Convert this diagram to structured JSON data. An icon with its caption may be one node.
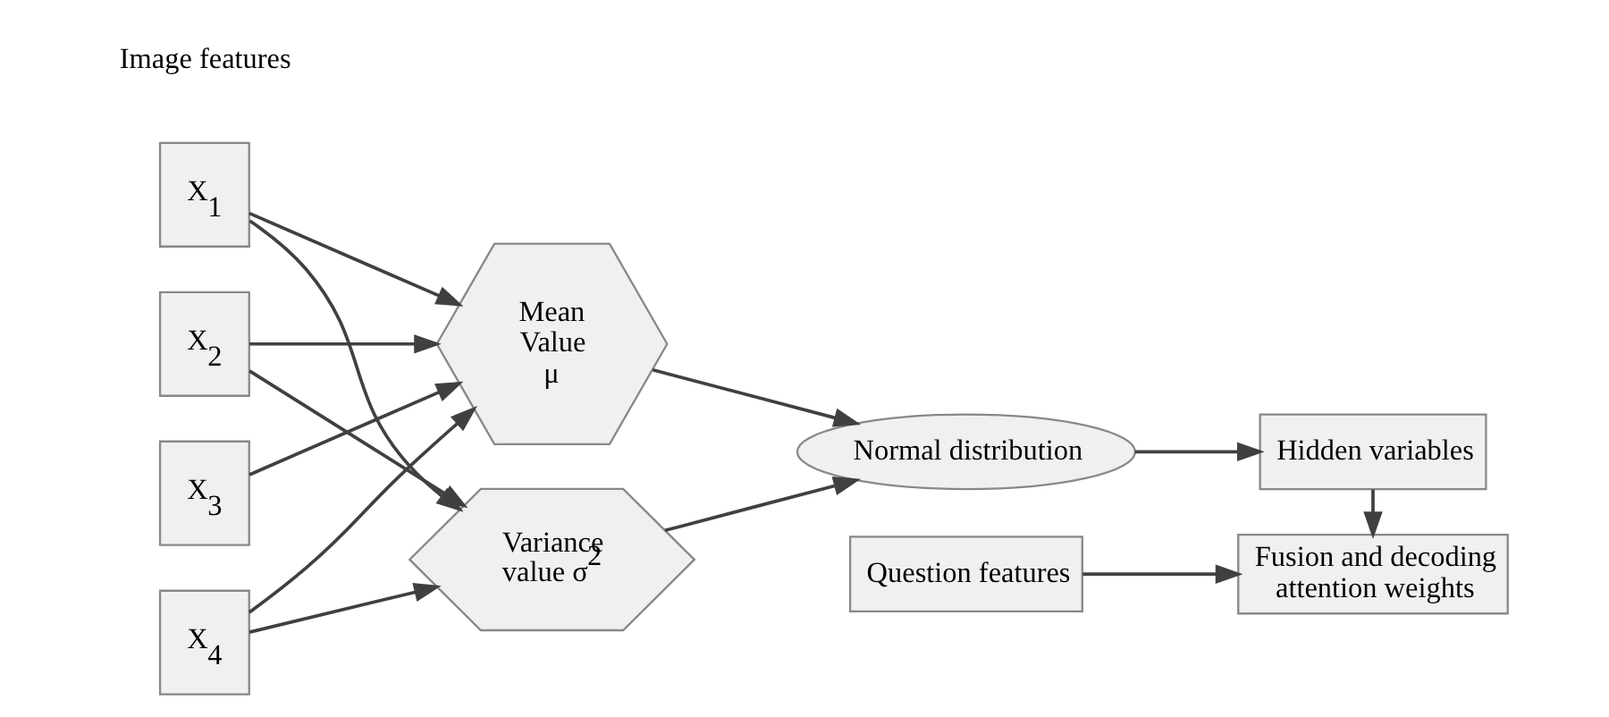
{
  "diagram": {
    "nodes": [
      {
        "text": [
          "X$_{1}$"
        ]
      },
      {
        "text": [
          "X$_{2}$"
        ]
      },
      {
        "text": [
          "X$_{3}$"
        ]
      },
      {
        "text": [
          "X$_{4}$"
        ]
      },
      {
        "text": [
          "Mean Value μ"
        ]
      },
      {
        "text": [
          "Variance value σ$^{2}$"
        ]
      },
      {
        "text": [
          "Normal distribution"
        ]
      },
      {
        "text": [
          "Hidden variables"
        ]
      },
      {
        "text": [
          "Question features"
        ]
      },
      {
        "text": [
          "Fusion and decoding attention weights"
        ]
      }
    ],
    "edges": [
      {
        "from": 0,
        "to": 4,
        "arrow": "to"
      },
      {
        "from": 0,
        "to": 5,
        "arrow": "to"
      },
      {
        "from": 1,
        "to": 4,
        "arrow": "to"
      },
      {
        "from": 1,
        "to": 5,
        "arrow": "to"
      },
      {
        "from": 2,
        "to": 4,
        "arrow": "to"
      },
      {
        "from": 3,
        "to": 4,
        "arrow": "to"
      },
      {
        "from": 3,
        "to": 5,
        "arrow": "to"
      },
      {
        "from": 4,
        "to": 6,
        "arrow": "to"
      },
      {
        "from": 5,
        "to": 6,
        "arrow": "to"
      },
      {
        "from": 6,
        "to": 7,
        "arrow": "to"
      },
      {
        "from": 7,
        "to": 9,
        "arrow": "to"
      },
      {
        "from": 8,
        "to": 9,
        "arrow": "to"
      }
    ],
    "labels": [
      "Image features"
    ]
  }
}
